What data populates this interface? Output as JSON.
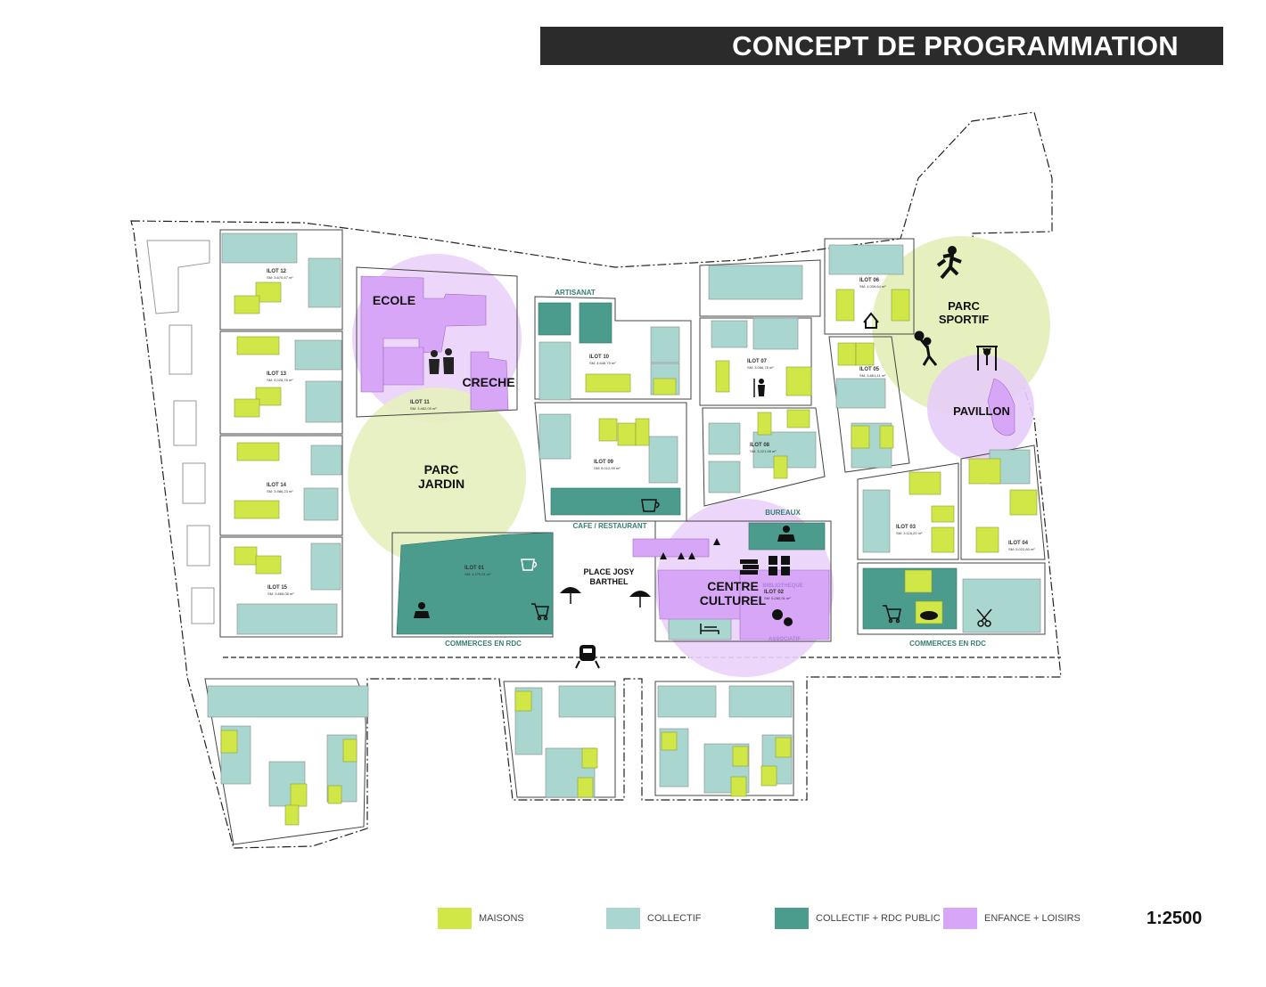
{
  "title": "CONCEPT DE PROGRAMMATION",
  "colors": {
    "maisons": "#d1e647",
    "collectif": "#a9d7cf",
    "collectif_rdc": "#4b9c8c",
    "enfance": "#d7a6f6",
    "park_green": "#e6f0bf",
    "park_purple": "#e9cff9"
  },
  "zones": {
    "ecole": "ECOLE",
    "creche": "CRECHE",
    "parc_jardin_1": "PARC",
    "parc_jardin_2": "JARDIN",
    "parc_sportif_1": "PARC",
    "parc_sportif_2": "SPORTIF",
    "pavillon": "PAVILLON",
    "centre_1": "CENTRE",
    "centre_2": "CULTUREL",
    "place_1": "PLACE JOSY",
    "place_2": "BARTHEL",
    "bureaux": "BUREAUX",
    "bibliotheque": "BIBLIOTHEQUE",
    "associatif": "ASSOCIATIF",
    "artisanat": "ARTISANAT",
    "cafe": "CAFE / RESTAURANT",
    "commerces_left": "COMMERCES EN RDC",
    "commerces_right": "COMMERCES EN RDC"
  },
  "ilots": {
    "i12": {
      "name": "ILOT 12",
      "area": "SM: 3.670,67 m²"
    },
    "i13": {
      "name": "ILOT 13",
      "area": "SM: 4.028,76 m²"
    },
    "i14": {
      "name": "ILOT 14",
      "area": "SM: 3.986,23 m²"
    },
    "i15": {
      "name": "ILOT 15",
      "area": "SM: 3.865,08 m²"
    },
    "i11": {
      "name": "ILOT 11",
      "area": "SM: 3.462,09 m²"
    },
    "i10": {
      "name": "ILOT 10",
      "area": "SM: 4.646,75 m²"
    },
    "i09": {
      "name": "ILOT 09",
      "area": "SM: 5.012,99 m²"
    },
    "i01": {
      "name": "ILOT 01",
      "area": "SM: 4.270,51 m²"
    },
    "i07": {
      "name": "ILOT 07",
      "area": "SM: 3.066,78 m²"
    },
    "i08": {
      "name": "ILOT 08",
      "area": "SM: 3.221,58 m²"
    },
    "i02": {
      "name": "ILOT 02",
      "area": "SM: 5.280,91 m²"
    },
    "i06": {
      "name": "ILOT 06",
      "area": "SM: 4.009,64 m²"
    },
    "i05": {
      "name": "ILOT 05",
      "area": "SM: 3.861,41 m²"
    },
    "i03": {
      "name": "ILOT 03",
      "area": "SM: 3.116,20 m²"
    },
    "i04": {
      "name": "ILOT 04",
      "area": "SM: 5.022,80 m²"
    }
  },
  "legend": [
    {
      "label": "MAISONS",
      "color": "#d1e647"
    },
    {
      "label": "COLLECTIF",
      "color": "#a9d7cf"
    },
    {
      "label": "COLLECTIF + RDC PUBLIC",
      "color": "#4b9c8c"
    },
    {
      "label": "ENFANCE + LOISIRS",
      "color": "#d7a6f6"
    }
  ],
  "scale": "1:2500",
  "icons": [
    "children-icon",
    "coffee-icon",
    "desk-icon",
    "train-icon",
    "runner-icon",
    "tennis-player-icon",
    "pullup-icon",
    "house-icon",
    "farmer-icon",
    "cart-icon",
    "bread-icon",
    "books-icon",
    "theatre-masks-icon",
    "parasol-icon",
    "spotlight-icon",
    "bed-icon",
    "scissors-icon"
  ]
}
